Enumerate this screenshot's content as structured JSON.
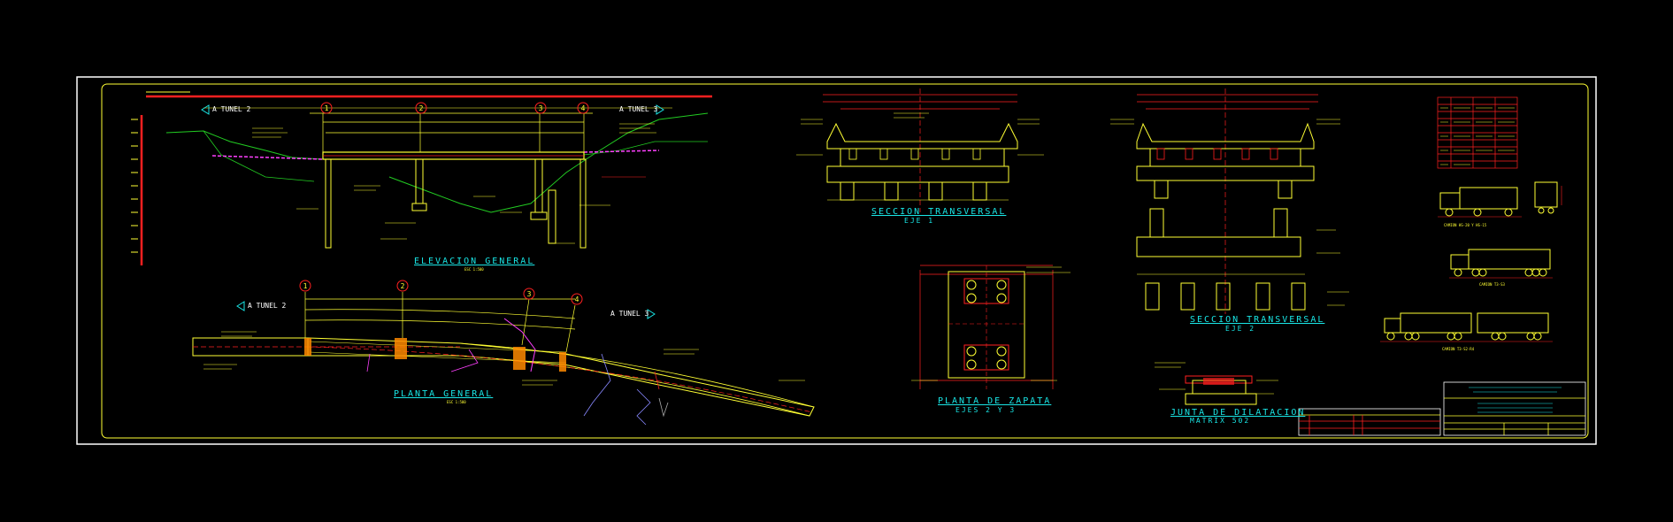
{
  "colors": {
    "background": "#000000",
    "frame": "#ffffff",
    "inner_frame": "#ffff33",
    "lines": "#ffff33",
    "red": "#ff2020",
    "green": "#22cc22",
    "cyan": "#19e6e6",
    "magenta": "#ff40ff",
    "white": "#ffffff"
  },
  "views": {
    "elevation": {
      "title": "ELEVACION  GENERAL",
      "scale": "ESC 1:500",
      "tunnel_left": "A TUNEL 2",
      "tunnel_right": "A TUNEL 3",
      "axes": [
        "1",
        "2",
        "3",
        "4"
      ]
    },
    "plan": {
      "title": "PLANTA  GENERAL",
      "scale": "ESC 1:500",
      "tunnel_left": "A TUNEL 2",
      "tunnel_right": "A TUNEL 3",
      "axes": [
        "1",
        "2",
        "3",
        "4"
      ]
    },
    "section1": {
      "title": "SECCION  TRANSVERSAL",
      "subtitle": "EJE 1"
    },
    "section2": {
      "title": "SECCION  TRANSVERSAL",
      "subtitle": "EJE 2"
    },
    "footing": {
      "title": "PLANTA  DE  ZAPATA",
      "subtitle": "EJES 2 Y 3"
    },
    "joint": {
      "title": "JUNTA  DE  DILATACION",
      "subtitle": "MATRIX 502"
    },
    "trucks": {
      "t1": "CAMION HS-20 Y HS-15",
      "t2": "CAMION T3-S3",
      "t3": "CAMION T3-S2-R4"
    }
  }
}
